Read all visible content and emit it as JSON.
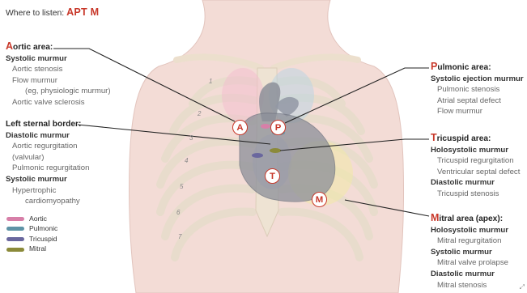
{
  "title": {
    "prefix": "Where to listen:",
    "mnemonic": "APT M"
  },
  "aortic": {
    "cap": "A",
    "rest": "ortic area:",
    "lines": [
      {
        "text": "Systolic murmur",
        "kind": "sub"
      },
      {
        "text": "Aortic stenosis",
        "kind": "i1"
      },
      {
        "text": "Flow murmur",
        "kind": "i1"
      },
      {
        "text": "(eg, physiologic murmur)",
        "kind": "i2"
      },
      {
        "text": "Aortic valve sclerosis",
        "kind": "i1"
      }
    ]
  },
  "left_sternal": {
    "head": "Left sternal border:",
    "lines": [
      {
        "text": "Diastolic murmur",
        "kind": "sub"
      },
      {
        "text": "Aortic regurgitation",
        "kind": "i1"
      },
      {
        "text": "(valvular)",
        "kind": "i1"
      },
      {
        "text": "Pulmonic regurgitation",
        "kind": "i1"
      },
      {
        "text": "Systolic murmur",
        "kind": "sub"
      },
      {
        "text": "Hypertrophic",
        "kind": "i1"
      },
      {
        "text": "cardiomyopathy",
        "kind": "i2"
      }
    ]
  },
  "legend": [
    {
      "label": "Aortic",
      "color": "#d77fa8"
    },
    {
      "label": "Pulmonic",
      "color": "#5e93a6"
    },
    {
      "label": "Tricuspid",
      "color": "#6a679e"
    },
    {
      "label": "Mitral",
      "color": "#8b8a3a"
    }
  ],
  "pulmonic": {
    "cap": "P",
    "rest": "ulmonic area:",
    "lines": [
      {
        "text": "Systolic ejection murmur",
        "kind": "sub"
      },
      {
        "text": "Pulmonic stenosis",
        "kind": "i1"
      },
      {
        "text": "Atrial septal defect",
        "kind": "i1"
      },
      {
        "text": "Flow murmur",
        "kind": "i1"
      }
    ]
  },
  "tricuspid": {
    "cap": "T",
    "rest": "ricuspid area:",
    "lines": [
      {
        "text": "Holosystolic murmur",
        "kind": "sub"
      },
      {
        "text": "Tricuspid regurgitation",
        "kind": "i1"
      },
      {
        "text": "Ventricular septal defect",
        "kind": "i1"
      },
      {
        "text": "Diastolic murmur",
        "kind": "sub"
      },
      {
        "text": "Tricuspid stenosis",
        "kind": "i1"
      }
    ]
  },
  "mitral": {
    "cap": "M",
    "rest": "itral area (apex):",
    "lines": [
      {
        "text": "Holosystolic murmur",
        "kind": "sub"
      },
      {
        "text": "Mitral regurgitation",
        "kind": "i1"
      },
      {
        "text": "Systolic murmur",
        "kind": "sub"
      },
      {
        "text": "Mitral valve prolapse",
        "kind": "i1"
      },
      {
        "text": "Diastolic murmur",
        "kind": "sub"
      },
      {
        "text": "Mitral stenosis",
        "kind": "i1"
      }
    ]
  },
  "markers": {
    "a": "A",
    "p": "P",
    "t": "T",
    "m": "M"
  },
  "rib_numbers": [
    "1",
    "2",
    "3",
    "4",
    "5",
    "6",
    "7"
  ],
  "colors": {
    "accent": "#c8382a",
    "skin": "#f3dcd6",
    "bone": "#faf6ee",
    "heart": "#8c8f99"
  },
  "corner_icon": "expand-icon"
}
